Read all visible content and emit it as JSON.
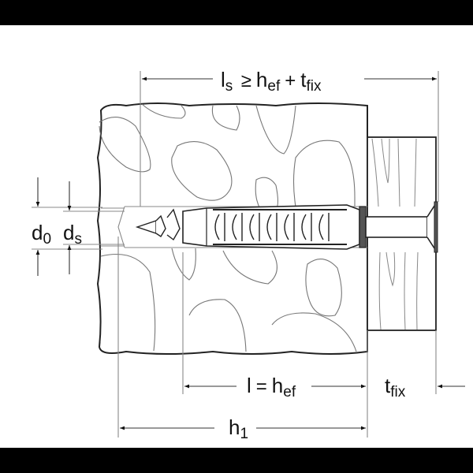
{
  "diagram": {
    "subject": "plastic wall plug with screw fixing timber to masonry",
    "labels": {
      "ls": {
        "main": "l",
        "sub": "s",
        "relation": "≥",
        "term1_main": "h",
        "term1_sub": "ef",
        "plus": "+",
        "term2_main": "t",
        "term2_sub": "fix"
      },
      "d0": {
        "main": "d",
        "sub": "0"
      },
      "ds": {
        "main": "d",
        "sub": "s"
      },
      "l_hef": {
        "main": "l",
        "eq": "=",
        "rhs_main": "h",
        "rhs_sub": "ef"
      },
      "tfix": {
        "main": "t",
        "sub": "fix"
      },
      "h1": {
        "main": "h",
        "sub": "1"
      }
    },
    "components": [
      "base-material",
      "drill-hole",
      "screw",
      "plastic-anchor",
      "timber-fixture",
      "countersunk-head"
    ],
    "colors": {
      "line": "#222222",
      "thin": "#777777",
      "background": "#ffffff",
      "frame": "#000000"
    }
  }
}
